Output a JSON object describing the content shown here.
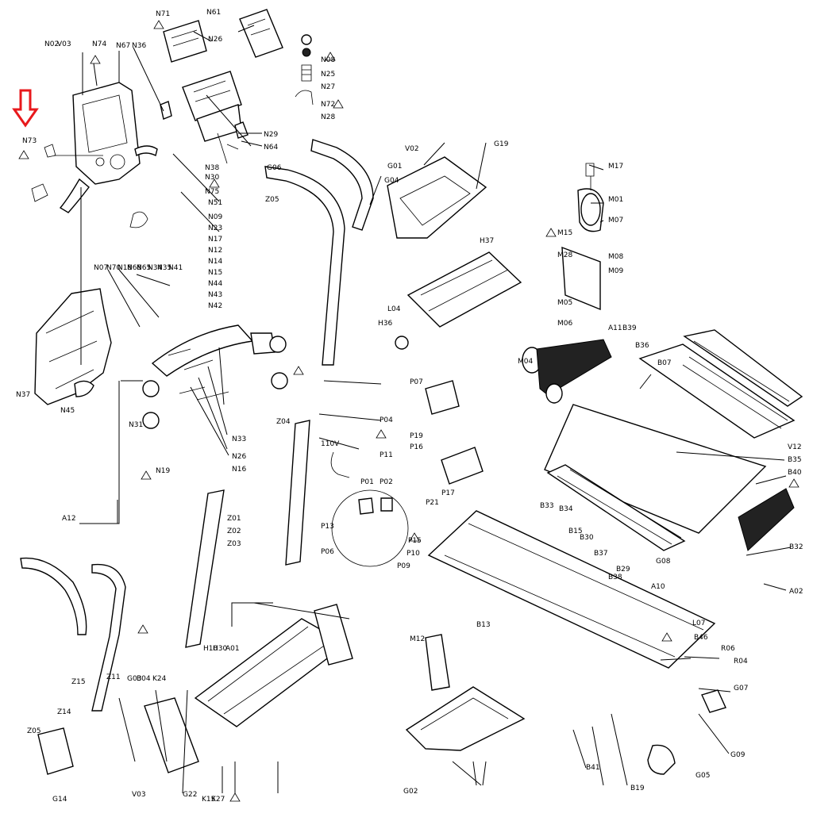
{
  "callouts": [
    {
      "id": "n73",
      "text": "N73"
    },
    {
      "id": "n02",
      "text": "N02"
    },
    {
      "id": "v03a",
      "text": "V03"
    },
    {
      "id": "n74",
      "text": "N74"
    },
    {
      "id": "n67",
      "text": "N67"
    },
    {
      "id": "n36",
      "text": "N36"
    },
    {
      "id": "n71",
      "text": "N71"
    },
    {
      "id": "n61",
      "text": "N61"
    },
    {
      "id": "n26a",
      "text": "N26"
    },
    {
      "id": "n08",
      "text": "N08"
    },
    {
      "id": "n25",
      "text": "N25"
    },
    {
      "id": "n27",
      "text": "N27"
    },
    {
      "id": "n72",
      "text": "N72"
    },
    {
      "id": "n28",
      "text": "N28"
    },
    {
      "id": "n29",
      "text": "N29"
    },
    {
      "id": "n64",
      "text": "N64"
    },
    {
      "id": "n38",
      "text": "N38"
    },
    {
      "id": "n30",
      "text": "N30"
    },
    {
      "id": "n75",
      "text": "N75"
    },
    {
      "id": "n51",
      "text": "N51"
    },
    {
      "id": "n09",
      "text": "N09"
    },
    {
      "id": "n23",
      "text": "N23"
    },
    {
      "id": "n17",
      "text": "N17"
    },
    {
      "id": "n12",
      "text": "N12"
    },
    {
      "id": "n14",
      "text": "N14"
    },
    {
      "id": "n15",
      "text": "N15"
    },
    {
      "id": "n44",
      "text": "N44"
    },
    {
      "id": "n43",
      "text": "N43"
    },
    {
      "id": "n42",
      "text": "N42"
    },
    {
      "id": "n07",
      "text": "N07"
    },
    {
      "id": "n70",
      "text": "N70"
    },
    {
      "id": "n18",
      "text": "N18"
    },
    {
      "id": "n68",
      "text": "N68"
    },
    {
      "id": "n65",
      "text": "N65"
    },
    {
      "id": "n34",
      "text": "N34"
    },
    {
      "id": "n35",
      "text": "N35"
    },
    {
      "id": "n41",
      "text": "N41"
    },
    {
      "id": "n37",
      "text": "N37"
    },
    {
      "id": "n45",
      "text": "N45"
    },
    {
      "id": "n31",
      "text": "N31"
    },
    {
      "id": "n33",
      "text": "N33"
    },
    {
      "id": "n26b",
      "text": "N26"
    },
    {
      "id": "n16",
      "text": "N16"
    },
    {
      "id": "n19",
      "text": "N19"
    },
    {
      "id": "g06",
      "text": "G06"
    },
    {
      "id": "z05a",
      "text": "Z05"
    },
    {
      "id": "g01",
      "text": "G01"
    },
    {
      "id": "g04",
      "text": "G04"
    },
    {
      "id": "v02",
      "text": "V02"
    },
    {
      "id": "g19",
      "text": "G19"
    },
    {
      "id": "z01",
      "text": "Z01"
    },
    {
      "id": "z02",
      "text": "Z02"
    },
    {
      "id": "z03",
      "text": "Z03"
    },
    {
      "id": "z04",
      "text": "Z04"
    },
    {
      "id": "p04",
      "text": "P04"
    },
    {
      "id": "p11",
      "text": "P11"
    },
    {
      "id": "v110",
      "text": "110V"
    },
    {
      "id": "p01",
      "text": "P01"
    },
    {
      "id": "p02",
      "text": "P02"
    },
    {
      "id": "p13",
      "text": "P13"
    },
    {
      "id": "p06",
      "text": "P06"
    },
    {
      "id": "p07",
      "text": "P07"
    },
    {
      "id": "p19",
      "text": "P19"
    },
    {
      "id": "p16",
      "text": "P16"
    },
    {
      "id": "p21",
      "text": "P21"
    },
    {
      "id": "p17",
      "text": "P17"
    },
    {
      "id": "p15",
      "text": "P15"
    },
    {
      "id": "p10",
      "text": "P10"
    },
    {
      "id": "p09",
      "text": "P09"
    },
    {
      "id": "m17",
      "text": "M17"
    },
    {
      "id": "m01",
      "text": "M01"
    },
    {
      "id": "m07",
      "text": "M07"
    },
    {
      "id": "m15",
      "text": "M15"
    },
    {
      "id": "m28",
      "text": "M28"
    },
    {
      "id": "m08",
      "text": "M08"
    },
    {
      "id": "m09",
      "text": "M09"
    },
    {
      "id": "m05",
      "text": "M05"
    },
    {
      "id": "m06",
      "text": "M06"
    },
    {
      "id": "m04",
      "text": "M04"
    },
    {
      "id": "a11",
      "text": "A11"
    },
    {
      "id": "b39",
      "text": "B39"
    },
    {
      "id": "b36",
      "text": "B36"
    },
    {
      "id": "b07",
      "text": "B07"
    },
    {
      "id": "b35",
      "text": "B35"
    },
    {
      "id": "b40",
      "text": "B40"
    },
    {
      "id": "b32",
      "text": "B32"
    },
    {
      "id": "a02",
      "text": "A02"
    },
    {
      "id": "v12",
      "text": "V12"
    },
    {
      "id": "h37",
      "text": "H37"
    },
    {
      "id": "h36",
      "text": "H36"
    },
    {
      "id": "l04",
      "text": "L04"
    },
    {
      "id": "h30",
      "text": "H30"
    },
    {
      "id": "h10",
      "text": "H10"
    },
    {
      "id": "a01",
      "text": "A01"
    },
    {
      "id": "z15",
      "text": "Z15"
    },
    {
      "id": "z14",
      "text": "Z14"
    },
    {
      "id": "z05b",
      "text": "Z05"
    },
    {
      "id": "g14",
      "text": "G14"
    },
    {
      "id": "v03b",
      "text": "V03"
    },
    {
      "id": "z11",
      "text": "Z11"
    },
    {
      "id": "g03",
      "text": "G03"
    },
    {
      "id": "b04",
      "text": "B04"
    },
    {
      "id": "k24",
      "text": "K24"
    },
    {
      "id": "g22",
      "text": "G22"
    },
    {
      "id": "k15",
      "text": "K15"
    },
    {
      "id": "k27",
      "text": "K27"
    },
    {
      "id": "g02",
      "text": "G02"
    },
    {
      "id": "m12",
      "text": "M12"
    },
    {
      "id": "b37",
      "text": "B37"
    },
    {
      "id": "b38",
      "text": "B38"
    },
    {
      "id": "b15",
      "text": "B15"
    },
    {
      "id": "b30",
      "text": "B30"
    },
    {
      "id": "b33",
      "text": "B33"
    },
    {
      "id": "b34",
      "text": "B34"
    },
    {
      "id": "b41",
      "text": "B41"
    },
    {
      "id": "l07",
      "text": "L07"
    },
    {
      "id": "b46",
      "text": "B46"
    },
    {
      "id": "r06",
      "text": "R06"
    },
    {
      "id": "r04",
      "text": "R04"
    },
    {
      "id": "g07",
      "text": "G07"
    },
    {
      "id": "g09",
      "text": "G09"
    },
    {
      "id": "b19",
      "text": "B19"
    },
    {
      "id": "g05",
      "text": "G05"
    },
    {
      "id": "a12",
      "text": "A12"
    },
    {
      "id": "g08",
      "text": "G08"
    },
    {
      "id": "b13",
      "text": "B13"
    },
    {
      "id": "b29",
      "text": "B29"
    },
    {
      "id": "a10",
      "text": "A10"
    }
  ],
  "highlight_arrow": {
    "color": "#e8191c"
  }
}
